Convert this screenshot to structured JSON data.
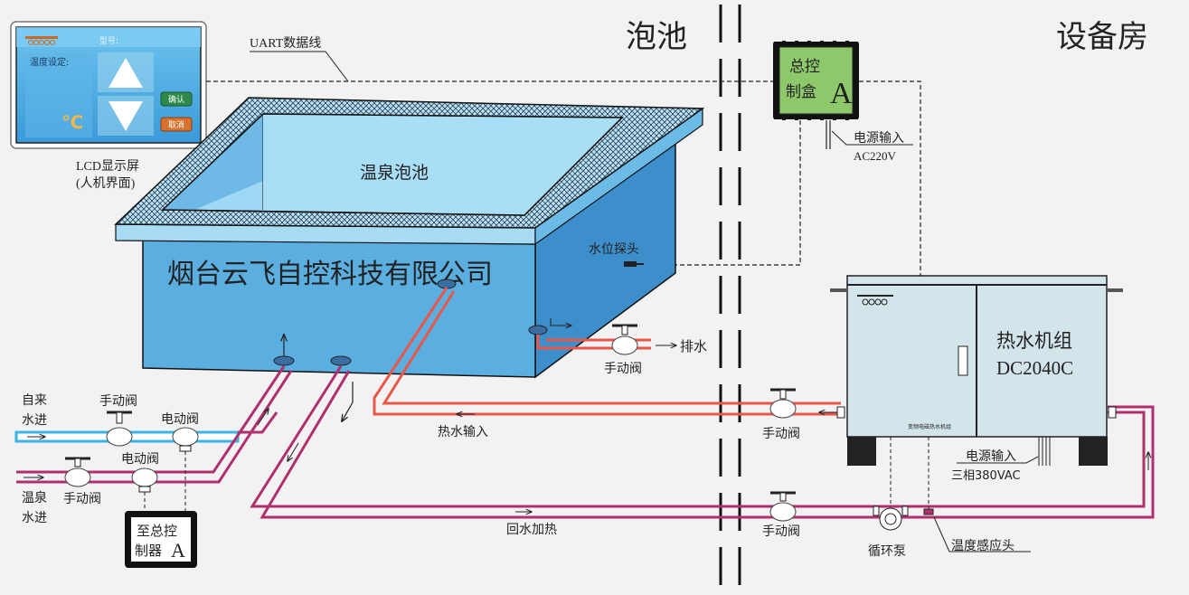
{
  "zones": {
    "pool_zone": "泡池",
    "equipment_room": "设备房"
  },
  "lcd": {
    "model_label": "型号:",
    "temp_setting_label": "温度设定:",
    "unit": "℃",
    "confirm_button": "确认",
    "cancel_button": "取消",
    "caption_line1": "LCD显示屏",
    "caption_line2": "(人机界面)"
  },
  "uart_label": "UART数据线",
  "controller": {
    "line1": "总控",
    "line2": "制盒",
    "letter": "A",
    "power_label": "电源输入",
    "power_value": "AC220V"
  },
  "pool": {
    "name": "温泉泡池",
    "company_watermark": "烟台云飞自控科技有限公司",
    "level_probe": "水位探头"
  },
  "drain": {
    "valve_label": "手动阀",
    "drain_label": "排水"
  },
  "inlets": {
    "tap_water_line1": "自来",
    "tap_water_line2": "水进",
    "spring_water_line1": "温泉",
    "spring_water_line2": "水进",
    "tap_manual_valve": "手动阀",
    "tap_electric_valve": "电动阀",
    "spring_manual_valve": "手动阀",
    "spring_electric_valve": "电动阀"
  },
  "sub_controller": {
    "line1": "至总控",
    "line2": "制器",
    "letter": "A"
  },
  "hot_water_line": {
    "label": "热水输入",
    "valve_label": "手动阀"
  },
  "return_line": {
    "label": "回水加热",
    "valve_label": "手动阀"
  },
  "heater": {
    "name": "热水机组",
    "model": "DC2040C",
    "plate_text": "变频电磁热水机组",
    "power_label": "电源输入",
    "power_value": "三相380VAC"
  },
  "pump_label": "循环泵",
  "temp_sensor_label": "温度感应头",
  "colors": {
    "pool_blue": "#5aaee0",
    "pool_inner": "#a8dcf5",
    "cold_pipe": "#3bb4e5",
    "hot_pipe": "#e8574a",
    "spring_pipe": "#b0306e",
    "controller_green": "#8dc96b",
    "heater_body": "#d3e4ea"
  }
}
